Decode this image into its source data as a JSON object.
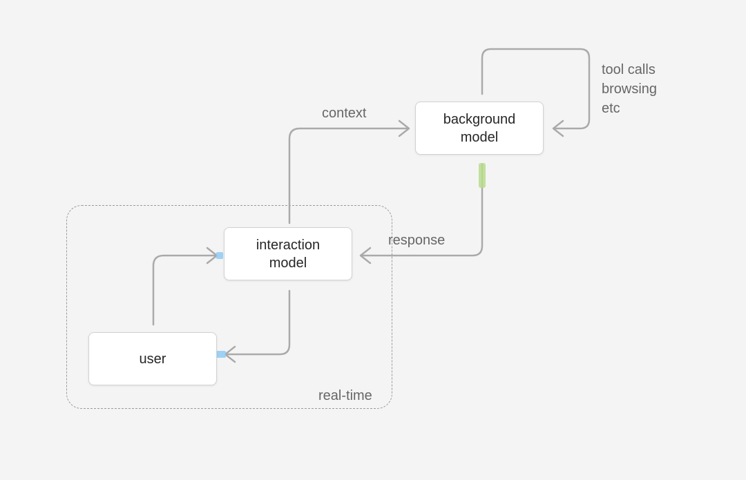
{
  "nodes": {
    "background_model": "background\nmodel",
    "interaction_model": "interaction\nmodel",
    "user": "user"
  },
  "edge_labels": {
    "context": "context",
    "response": "response",
    "tool_calls": [
      "tool calls",
      "browsing",
      "etc"
    ]
  },
  "group_label": "real-time",
  "colors": {
    "edge": "#aaaaaa",
    "port_blue": "#8fcaf3",
    "port_green": "#b7dc8c",
    "group_border": "#9a9a9a"
  }
}
